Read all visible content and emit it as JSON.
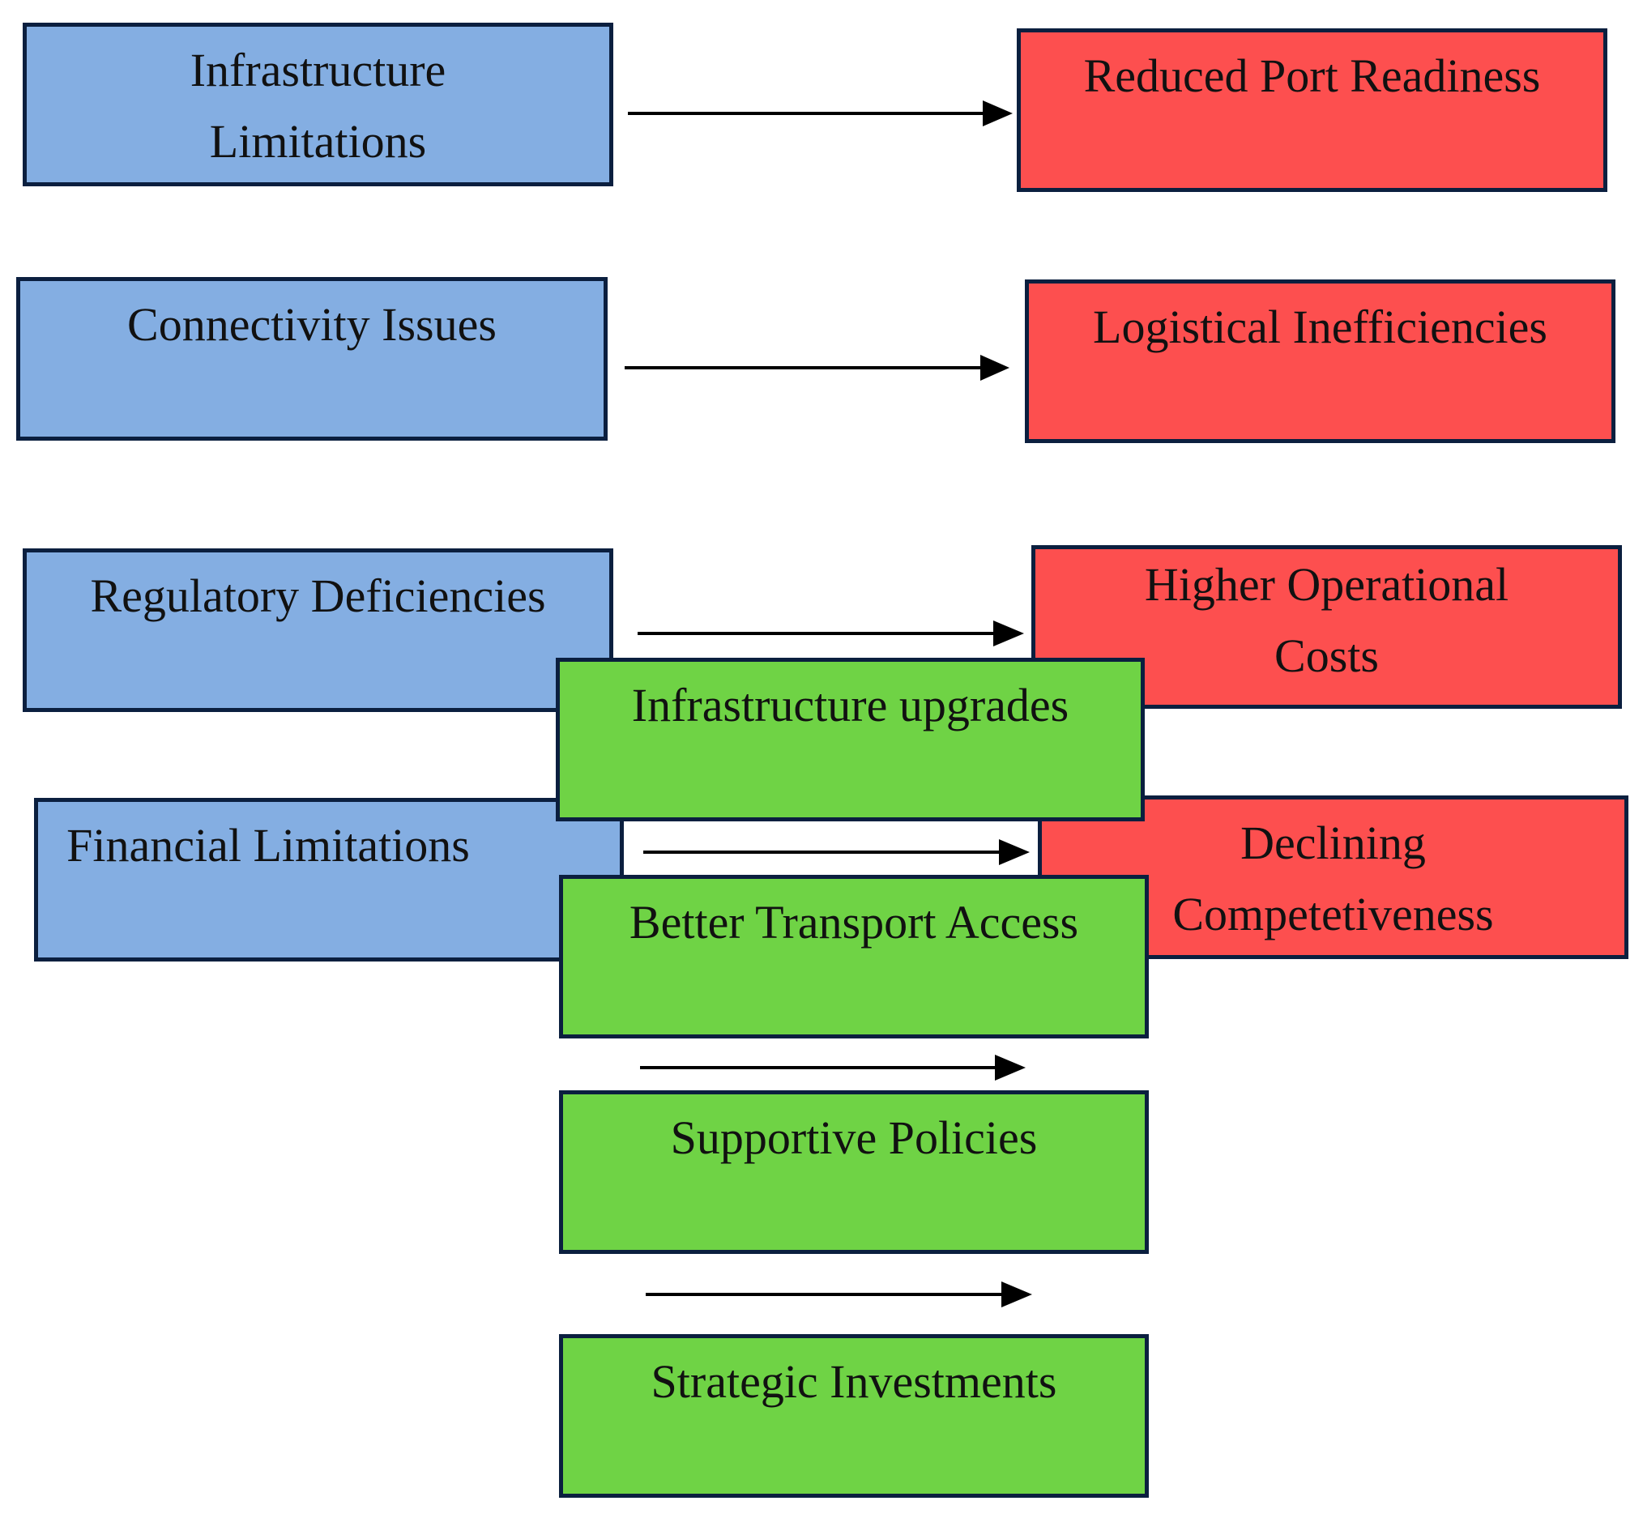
{
  "colors": {
    "problem": "#84aee2",
    "consequence": "#fd4f4f",
    "solution": "#6fd345",
    "border": "#0b1f3f",
    "arrow": "#000000"
  },
  "problems": [
    {
      "line1": "Infrastructure",
      "line2": "Limitations"
    },
    {
      "line1": "Connectivity Issues"
    },
    {
      "line1": "Regulatory Deficiencies"
    },
    {
      "line1": "Financial Limitations"
    }
  ],
  "consequences": [
    {
      "line1": "Reduced Port Readiness"
    },
    {
      "line1": "Logistical Inefficiencies"
    },
    {
      "line1": "Higher Operational",
      "line2": "Costs"
    },
    {
      "line1": "Declining",
      "line2": "Competetiveness"
    }
  ],
  "solutions": [
    {
      "line1": "Infrastructure upgrades"
    },
    {
      "line1": "Better Transport Access"
    },
    {
      "line1": "Supportive Policies"
    },
    {
      "line1": "Strategic Investments"
    }
  ]
}
